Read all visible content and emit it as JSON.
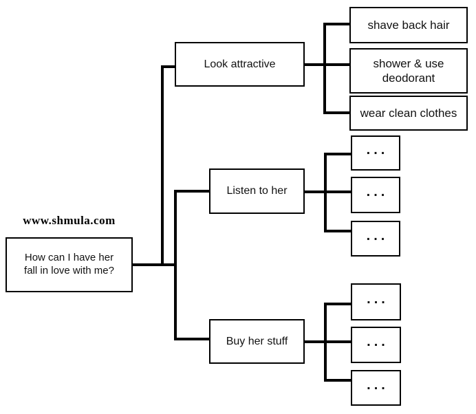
{
  "page": {
    "background_color": "#ffffff",
    "line_color": "#000000",
    "box_border_color": "#000000",
    "text_color": "#111111"
  },
  "watermark": "www.shmula.com",
  "root": {
    "label": "How can I have her\nfall in love with me?"
  },
  "branches": [
    {
      "label": "Look attractive",
      "children": [
        {
          "label": "shave back hair"
        },
        {
          "label": "shower & use\ndeodorant"
        },
        {
          "label": "wear clean clothes"
        }
      ]
    },
    {
      "label": "Listen to her",
      "children": [
        {
          "label": "..."
        },
        {
          "label": "..."
        },
        {
          "label": "..."
        }
      ]
    },
    {
      "label": "Buy her stuff",
      "children": [
        {
          "label": "..."
        },
        {
          "label": "..."
        },
        {
          "label": "..."
        }
      ]
    }
  ]
}
